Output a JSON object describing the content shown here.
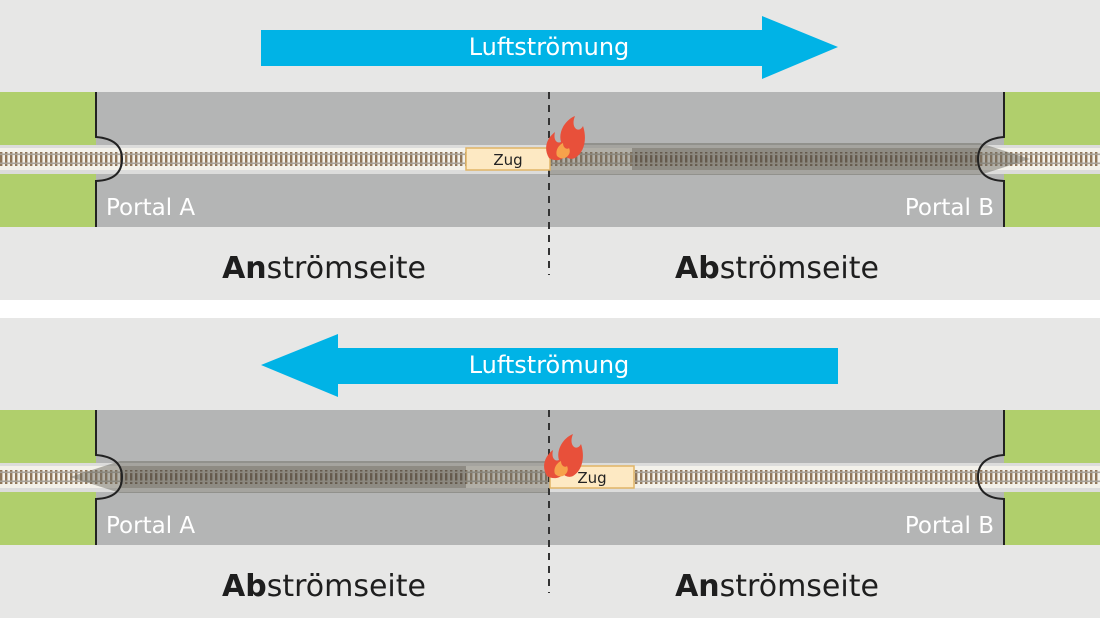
{
  "colors": {
    "background": "#e7e7e6",
    "tunnel": "#b4b5b5",
    "grass": "#b0cf6c",
    "arrow": "#00b3e6",
    "smoke": "#6e6b63",
    "train_fill": "#fde9c3",
    "train_stroke": "#e0b466",
    "flame": "#e8503a"
  },
  "panels": [
    {
      "airflow_label": "Luftströmung",
      "airflow_direction": "right",
      "portal_a_label": "Portal A",
      "portal_b_label": "Portal B",
      "train_label": "Zug",
      "left_side_bold": "An",
      "left_side_rest": "strömseite",
      "right_side_bold": "Ab",
      "right_side_rest": "strömseite"
    },
    {
      "airflow_label": "Luftströmung",
      "airflow_direction": "left",
      "portal_a_label": "Portal A",
      "portal_b_label": "Portal B",
      "train_label": "Zug",
      "left_side_bold": "Ab",
      "left_side_rest": "strömseite",
      "right_side_bold": "An",
      "right_side_rest": "strömseite"
    }
  ]
}
